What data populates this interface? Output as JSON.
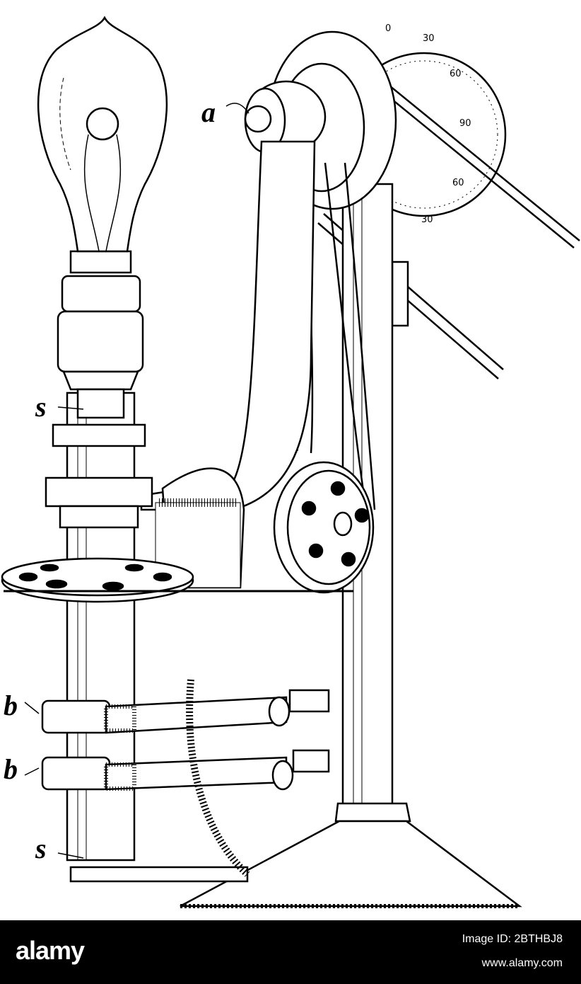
{
  "labels": {
    "a": "a",
    "s_top": "s",
    "b_top": "b",
    "b_bottom": "b",
    "s_bottom": "s"
  },
  "dial": {
    "t1": "0",
    "t2": "30",
    "t3": "60",
    "t4": "90",
    "t5": "60",
    "t6": "30"
  },
  "watermark": {
    "brand": "alamy",
    "image_id": "Image ID: 2BTHBJ8",
    "site": "www.alamy.com"
  },
  "colors": {
    "ink": "#000000",
    "paper": "#ffffff",
    "bar": "#000000",
    "bar_text": "#ffffff"
  }
}
